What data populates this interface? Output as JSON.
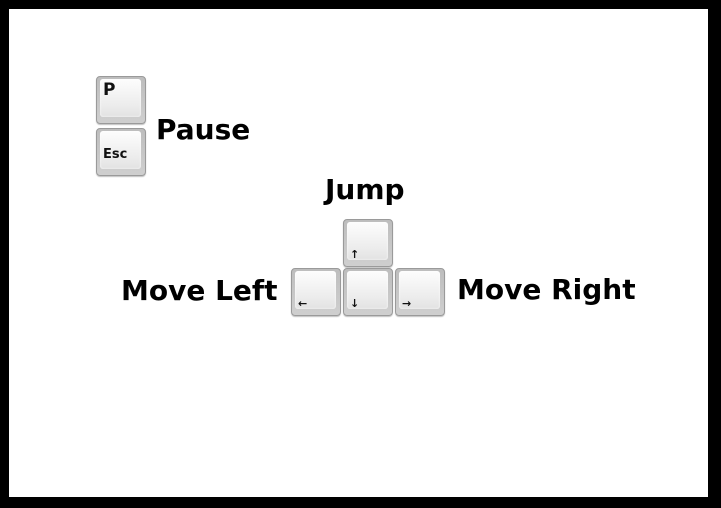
{
  "controls": {
    "pause": {
      "label": "Pause",
      "keys": [
        "P",
        "Esc"
      ]
    },
    "jump": {
      "label": "Jump",
      "key": "↑"
    },
    "move_left": {
      "label": "Move Left",
      "key": "←"
    },
    "move_down_key": "↓",
    "move_right": {
      "label": "Move Right",
      "key": "→"
    }
  },
  "colors": {
    "border": "#000000",
    "background": "#ffffff",
    "text": "#000000",
    "key_face": "#f0f0f0",
    "key_edge": "#bdbdbd"
  },
  "icons": [
    "keyboard-key-p",
    "keyboard-key-esc",
    "arrow-up-icon",
    "arrow-left-icon",
    "arrow-down-icon",
    "arrow-right-icon"
  ]
}
